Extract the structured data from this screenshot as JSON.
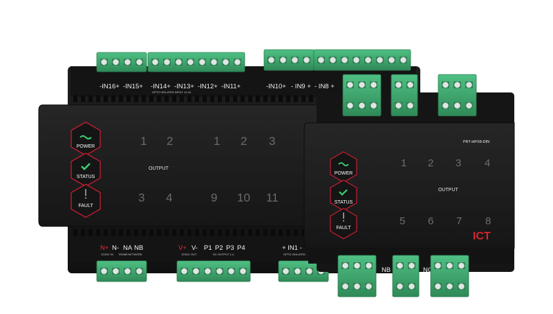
{
  "colors": {
    "case": "#1b1b1b",
    "case_edge": "#101010",
    "terminal_green": "#3ea66e",
    "screw_light": "#dfe7e2",
    "accent_red": "#c81d33",
    "logo_red": "#d2262f",
    "status_green": "#3bd16f"
  },
  "large_module": {
    "top_labels": [
      "-IN16+",
      "-IN15+",
      "-IN14+",
      "-IN13+",
      "-IN12+",
      "-IN11+",
      "-IN10+",
      "- IN9 +",
      "- IN8 +"
    ],
    "top_caption": "OPTO ISOLATED INPUT 11-16",
    "indicators": {
      "power": "POWER",
      "status": "STATUS",
      "fault": "FAULT"
    },
    "output_label": "OUTPUT",
    "digits_row1": [
      "1",
      "2",
      "1",
      "2",
      "3"
    ],
    "digits_row2": [
      "3",
      "4",
      "9",
      "10",
      "11"
    ],
    "bottom_labels": {
      "n_plus": "N+",
      "n_minus": "N-",
      "na": "NA",
      "nb": "NB",
      "v_plus": "V+",
      "v_minus": "V-",
      "p1": "P1",
      "p2": "P2",
      "p3": "P3",
      "p4": "P4",
      "in1": "+ IN1 -"
    },
    "bottom_captions": [
      "12VDC IN",
      "RS485 NETWORK",
      "12VDC OUT",
      "DC OUTPUT 1-4",
      "OPTO ISOLATED"
    ]
  },
  "small_module": {
    "model": "PRT-HPX8-DIN",
    "indicators": {
      "power": "POWER",
      "status": "STATUS",
      "fault": "FAULT"
    },
    "output_label": "OUTPUT",
    "digits_row1": [
      "1",
      "2",
      "3",
      "4"
    ],
    "digits_row2": [
      "5",
      "6",
      "7",
      "8"
    ],
    "bottom_labels": {
      "nb": "NB",
      "nc": "NC"
    },
    "logo": "ICT"
  }
}
